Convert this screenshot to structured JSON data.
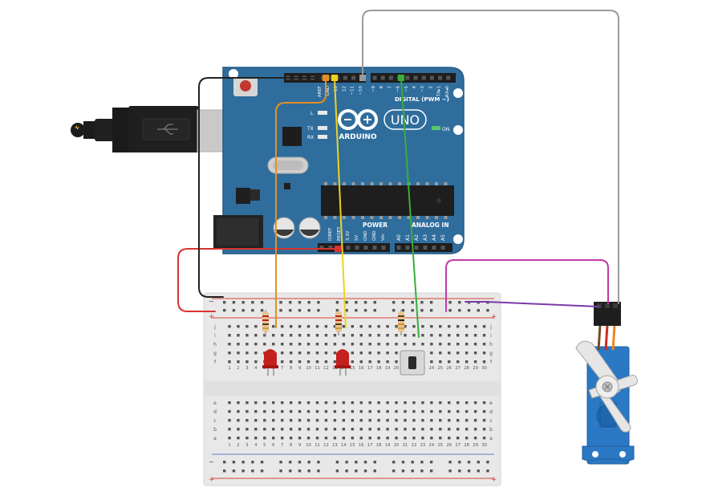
{
  "colors": {
    "board": "#2e6c9c",
    "board_dark": "#1d4e78",
    "breadboard": "#e9e9e9",
    "rail_red": "#d9443a",
    "rail_blue": "#5a7fc0",
    "wire_red": "#d9322e",
    "wire_black": "#222222",
    "wire_orange": "#e5901f",
    "wire_yellow": "#f0d21c",
    "wire_green": "#3aae3a",
    "wire_gray": "#9a9a9a",
    "wire_magenta": "#c13aa8",
    "wire_purple": "#7a3aa8",
    "led_red": "#c4201e",
    "servo_blue": "#2b78c4"
  },
  "arduino": {
    "brand": "ARDUINO",
    "model": "UNO",
    "digital_label": "DIGITAL (PWM ~)",
    "power_label": "POWER",
    "analog_label": "ANALOG IN",
    "on_label": "ON",
    "l_label": "L",
    "tx_label": "TX",
    "rx_label": "RX",
    "digital_pins": [
      "AREF",
      "GND",
      "13",
      "12",
      "~11",
      "~10",
      "~9",
      "8",
      "7",
      "~6",
      "~5",
      "4",
      "~3",
      "2",
      "TX▸1",
      "RX◂0"
    ],
    "power_pins": [
      "IOREF",
      "RESET",
      "3.3V",
      "5V",
      "GND",
      "GND",
      "Vin"
    ],
    "analog_pins": [
      "A0",
      "A1",
      "A2",
      "A3",
      "A4",
      "A5"
    ]
  },
  "breadboard": {
    "columns": [
      "1",
      "2",
      "3",
      "4",
      "5",
      "6",
      "7",
      "8",
      "9",
      "10",
      "11",
      "12",
      "13",
      "14",
      "15",
      "16",
      "17",
      "18",
      "19",
      "20",
      "21",
      "22",
      "23",
      "24",
      "25",
      "26",
      "27",
      "28",
      "29",
      "30"
    ],
    "top_rows": [
      "j",
      "i",
      "h",
      "g",
      "f"
    ],
    "bottom_rows": [
      "e",
      "d",
      "c",
      "b",
      "a"
    ],
    "rail_plus": "+",
    "rail_minus": "−"
  },
  "components": {
    "leds": [
      "led-1",
      "led-2"
    ],
    "resistors": [
      "resistor-1",
      "resistor-2",
      "resistor-3"
    ],
    "button": "pushbutton",
    "servo": "servo-motor",
    "usb": "usb-cable"
  }
}
